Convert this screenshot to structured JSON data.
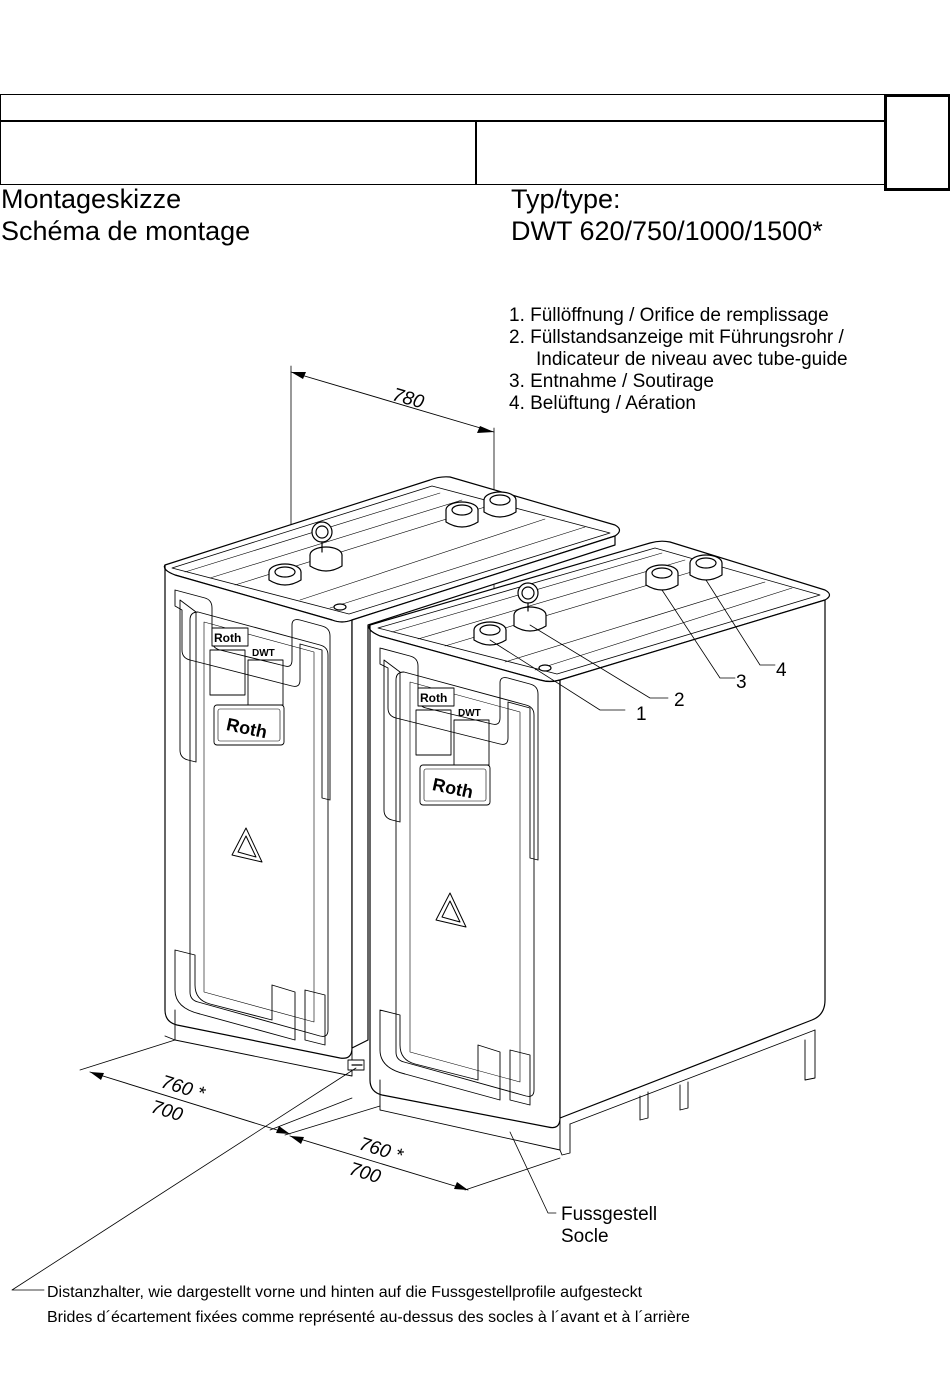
{
  "header": {
    "title_de": "Montageskizze",
    "title_fr": "Schéma de montage",
    "type_label": "Typ/type:",
    "type_value": "DWT 620/750/1000/1500*"
  },
  "legend": {
    "items": [
      "1. Füllöffnung / Orifice de remplissage",
      "2. Füllstandsanzeige mit Führungsrohr /",
      "Indicateur de niveau avec tube-guide",
      "3. Entnahme / Soutirage",
      "4. Belüftung / Aération"
    ]
  },
  "dimensions": {
    "width_top": "780",
    "depth_left_a": "760 *",
    "depth_left_b": "700",
    "depth_right_a": "760 *",
    "depth_right_b": "700"
  },
  "callouts": {
    "c1": "1",
    "c2": "2",
    "c3": "3",
    "c4": "4"
  },
  "tank_branding": {
    "logo": "Roth",
    "model": "DWT"
  },
  "base": {
    "label_de": "Fussgestell",
    "label_fr": "Socle"
  },
  "notes": {
    "spacer_de": "Distanzhalter, wie dargestellt vorne und hinten auf die Fussgestellprofile aufgesteckt",
    "spacer_fr": "Brides d´écartement fixées comme représenté au-dessus des socles à l´avant et à l´arrière"
  }
}
